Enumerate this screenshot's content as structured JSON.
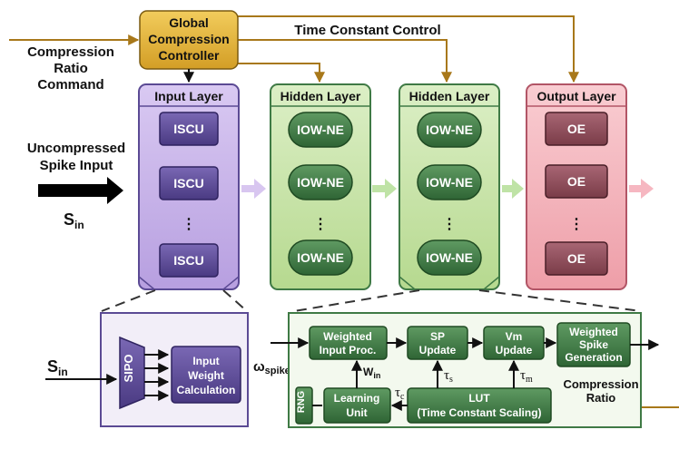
{
  "controller": {
    "line1": "Global",
    "line2": "Compression",
    "line3": "Controller"
  },
  "time_constant_control": "Time Constant Control",
  "compression_command": {
    "line1": "Compression",
    "line2": "Ratio",
    "line3": "Command"
  },
  "uncompressed_input": {
    "line1": "Uncompressed",
    "line2": "Spike Input"
  },
  "s_in": {
    "main": "S",
    "sub": "in"
  },
  "layers": {
    "input": {
      "title": "Input Layer",
      "unit": "ISCU",
      "dots": "⋮"
    },
    "hidden1": {
      "title": "Hidden Layer",
      "unit": "IOW-NE",
      "dots": "⋮"
    },
    "hidden2": {
      "title": "Hidden Layer",
      "unit": "IOW-NE",
      "dots": "⋮"
    },
    "output": {
      "title": "Output Layer",
      "unit": "OE",
      "dots": "⋮"
    }
  },
  "iscu_detail": {
    "sipo": "SIPO",
    "weight_calc": {
      "line1": "Input",
      "line2": "Weight",
      "line3": "Calculation"
    },
    "omega_spike": {
      "main": "ω",
      "sub": "spike"
    }
  },
  "neuron_detail": {
    "weighted_input": {
      "line1": "Weighted",
      "line2": "Input Proc."
    },
    "sp_update": {
      "line1": "SP",
      "line2": "Update"
    },
    "vm_update": {
      "line1": "Vm",
      "line2": "Update"
    },
    "spike_gen": {
      "line1": "Weighted",
      "line2": "Spike",
      "line3": "Generation"
    },
    "rng": "RNG",
    "learning_unit": {
      "line1": "Learning",
      "line2": "Unit"
    },
    "lut": {
      "line1": "LUT",
      "line2": "(Time Constant Scaling)"
    },
    "w_in": {
      "main": "W",
      "sub": "in"
    },
    "tau_c": {
      "main": "τ",
      "sub": "c"
    },
    "tau_s": {
      "main": "τ",
      "sub": "s"
    },
    "tau_m": {
      "main": "τ",
      "sub": "m"
    },
    "compression_ratio": {
      "line1": "Compression",
      "line2": "Ratio"
    }
  },
  "colors": {
    "controller_fill": "#e0b23a",
    "gold_line": "#a8781a",
    "input_layer": "#c3aee6",
    "unit_purple": "#5b4a94",
    "hidden_layer": "#c5e2a4",
    "unit_green": "#3f7a45",
    "output_layer": "#f4b4bc",
    "unit_output": "#8a4a56"
  }
}
